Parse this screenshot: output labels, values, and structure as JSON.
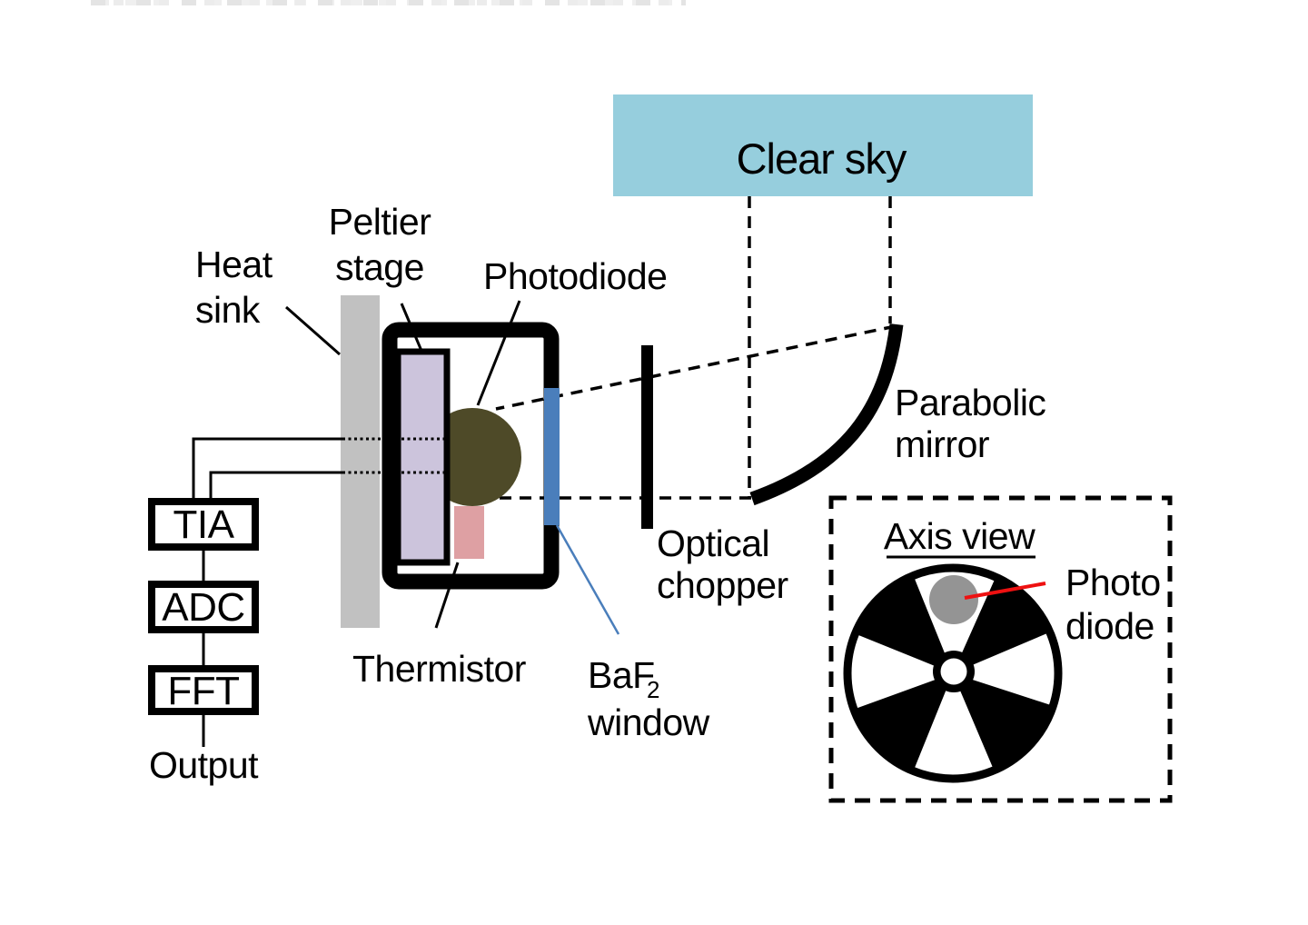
{
  "diagram": {
    "sky": {
      "label": "Clear sky"
    },
    "chain": {
      "tia": "TIA",
      "adc": "ADC",
      "fft": "FFT",
      "output": "Output"
    },
    "labels": {
      "heat1": "Heat",
      "heat2": "sink",
      "peltier1": "Peltier",
      "peltier2": "stage",
      "photodiode": "Photodiode",
      "thermistor": "Thermistor",
      "baf_main": "BaF",
      "baf_sub": "2",
      "baf_line2": "window",
      "chopper1": "Optical",
      "chopper2": "chopper",
      "mirror1": "Parabolic",
      "mirror2": "mirror",
      "axis_title": "Axis view",
      "wheel_photo1": "Photo",
      "wheel_photo2": "diode"
    },
    "colors": {
      "sky": "#96CEDD",
      "heatsink": "#C1C1C1",
      "peltier": "#CCC4DC",
      "photodiode": "#4E4A28",
      "thermistor": "#DEA0A3",
      "window": "#4A7EBB",
      "wheel_diode": "#949494",
      "red": "#EE1111",
      "ink": "#000000"
    }
  }
}
